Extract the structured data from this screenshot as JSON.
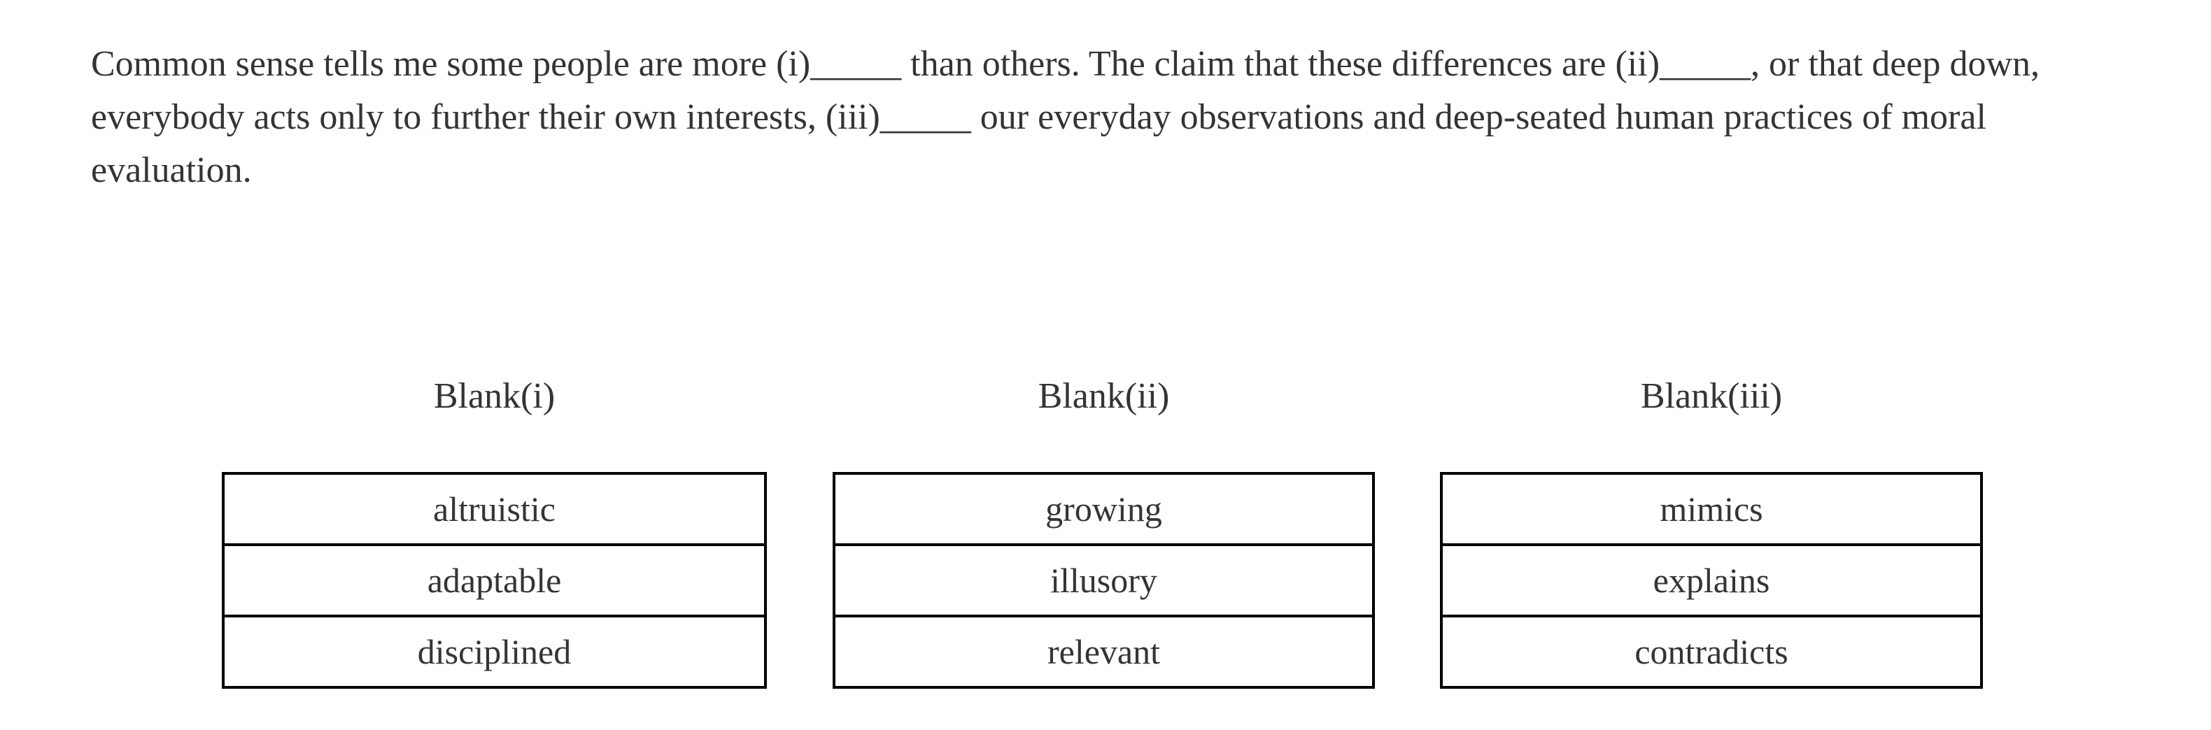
{
  "colors": {
    "text": "#343434",
    "border": "#000000",
    "background": "#ffffff"
  },
  "passage": {
    "lines": [
      "Common sense tells me some people are more (i)_____ than others. The claim that these differences are (ii)_____, or that deep down,",
      "everybody acts only to further their own interests, (iii)_____ our everyday observations and deep-seated human practices of moral",
      "evaluation."
    ]
  },
  "blanks": [
    {
      "label": "Blank(i)",
      "choices": [
        "altruistic",
        "adaptable",
        "disciplined"
      ]
    },
    {
      "label": "Blank(ii)",
      "choices": [
        "growing",
        "illusory",
        "relevant"
      ]
    },
    {
      "label": "Blank(iii)",
      "choices": [
        "mimics",
        "explains",
        "contradicts"
      ]
    }
  ]
}
